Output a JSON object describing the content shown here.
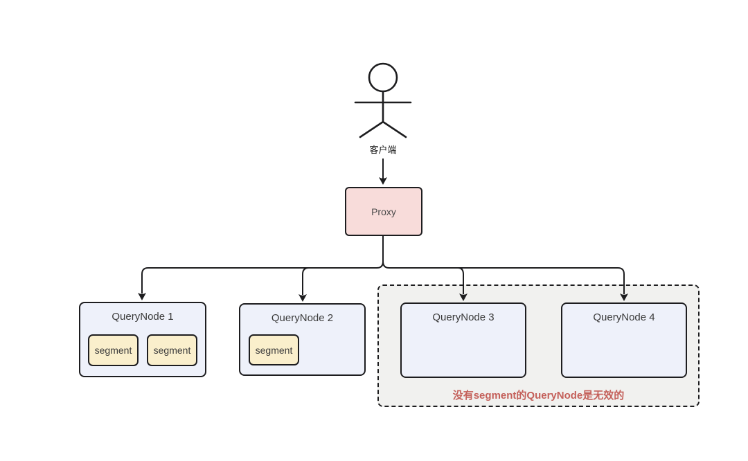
{
  "diagram": {
    "actor": {
      "label": "客户端"
    },
    "proxy": {
      "label": "Proxy"
    },
    "nodes": [
      {
        "label": "QueryNode 1",
        "segments": [
          "segment",
          "segment"
        ]
      },
      {
        "label": "QueryNode 2",
        "segments": [
          "segment"
        ]
      },
      {
        "label": "QueryNode 3",
        "segments": []
      },
      {
        "label": "QueryNode 4",
        "segments": []
      }
    ],
    "invalid_group": {
      "caption": "没有segment的QueryNode是无效的"
    },
    "colors": {
      "line": "#1d1d1f",
      "proxy_bg": "#f8dcda",
      "node_bg": "#eef1fa",
      "segment_bg": "#faefcc",
      "group_bg": "#f1f1ef",
      "caption_color": "#c4605a"
    }
  }
}
